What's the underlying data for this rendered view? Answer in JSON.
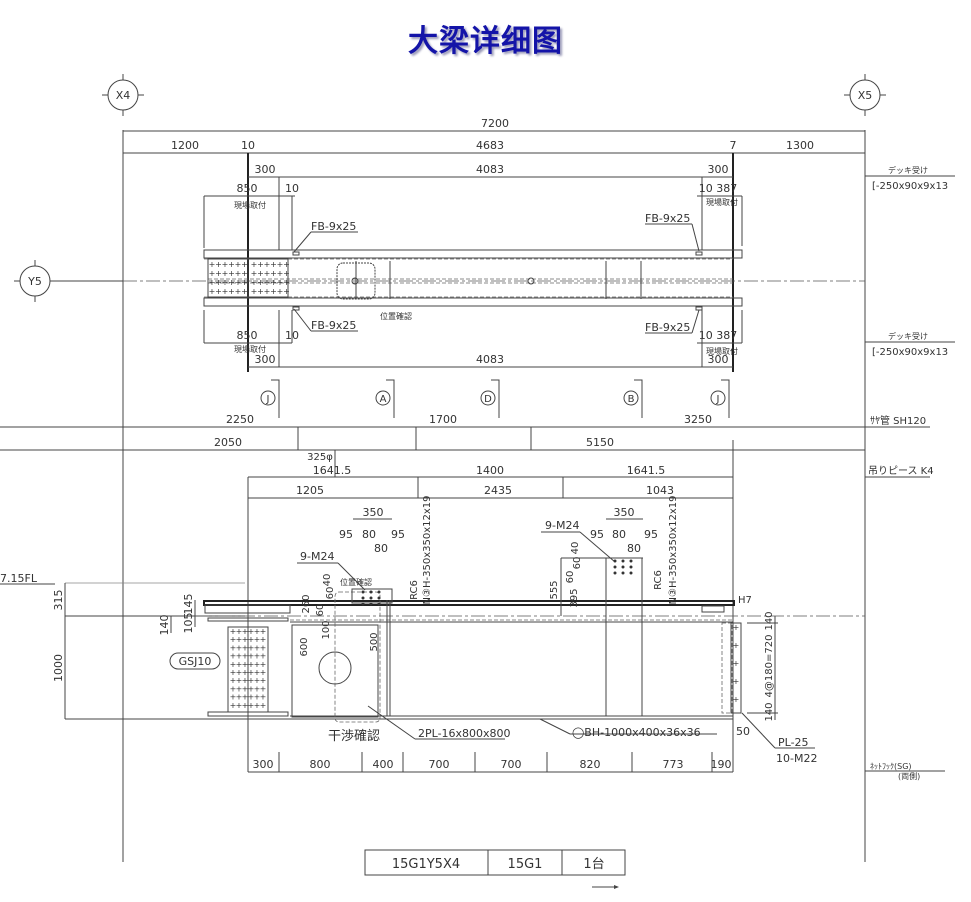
{
  "title": "大梁详细图",
  "grid": {
    "x_left": "X4",
    "x_right": "X5",
    "y": "Y5"
  },
  "top_plan": {
    "overall": "7200",
    "row1": [
      "1200",
      "10",
      "4683",
      "7",
      "1300"
    ],
    "row2": [
      "300",
      "4083",
      "300"
    ],
    "row3_left": [
      "850",
      "10"
    ],
    "row3_right": "10 387",
    "field_install": "現場取付",
    "fb_label": "FB-9x25",
    "position_check": "位置確認",
    "bottom_left": [
      "850",
      "10"
    ],
    "bottom_right": "10 387",
    "bottom_row": [
      "300",
      "4083",
      "300"
    ],
    "deck_label": "デッキ受け",
    "deck_spec": "[-250x90x9x13"
  },
  "section_marks": [
    "J",
    "A",
    "D",
    "B",
    "J"
  ],
  "mid_dims": {
    "row1": [
      "2250",
      "1700",
      "3250"
    ],
    "sleeve": "ｻﾔ管 SH120",
    "row2": [
      "2050",
      "5150"
    ],
    "hole": "325φ",
    "row3": [
      "1641.5",
      "1400",
      "1641.5"
    ],
    "lifting": "吊りピース K4",
    "row4": [
      "1205",
      "2435",
      "1043"
    ]
  },
  "elevation": {
    "floor_level": "7.15FL",
    "left_dims": [
      "315",
      "1000",
      "140",
      "105",
      "145"
    ],
    "splice": "GSJ10",
    "col_left": {
      "w": "350",
      "pitch": [
        "95",
        "80",
        "95"
      ],
      "pitch2": "80",
      "bolts": "9-M24",
      "check": "位置確認",
      "v": [
        "40",
        "60",
        "60",
        "260",
        "100",
        "600",
        "500"
      ]
    },
    "col_right": {
      "w": "350",
      "pitch": [
        "95",
        "80",
        "95"
      ],
      "pitch2": "80",
      "bolts": "9-M24",
      "v": [
        "40",
        "60",
        "60",
        "555",
        "395"
      ]
    },
    "rc": "RC6",
    "column_spec": "N③H-350x350x12x19",
    "interference": "干渉確認",
    "plate": "2PL-16x800x800",
    "beam_spec": "◯BH-1000x400x36x36",
    "end_dims": [
      "50",
      "140",
      "4@180=720",
      "140"
    ],
    "h7": "H7",
    "end_plate": "PL-25",
    "end_bolts": "10-M22",
    "bottom_row": [
      "300",
      "800",
      "400",
      "700",
      "700",
      "820",
      "773",
      "190"
    ],
    "net_hook": "ﾈｯﾄﾌｯｸ(SG)",
    "net_hook_note": "(両側)"
  },
  "title_block": [
    "15G1Y5X4",
    "15G1",
    "1台"
  ]
}
